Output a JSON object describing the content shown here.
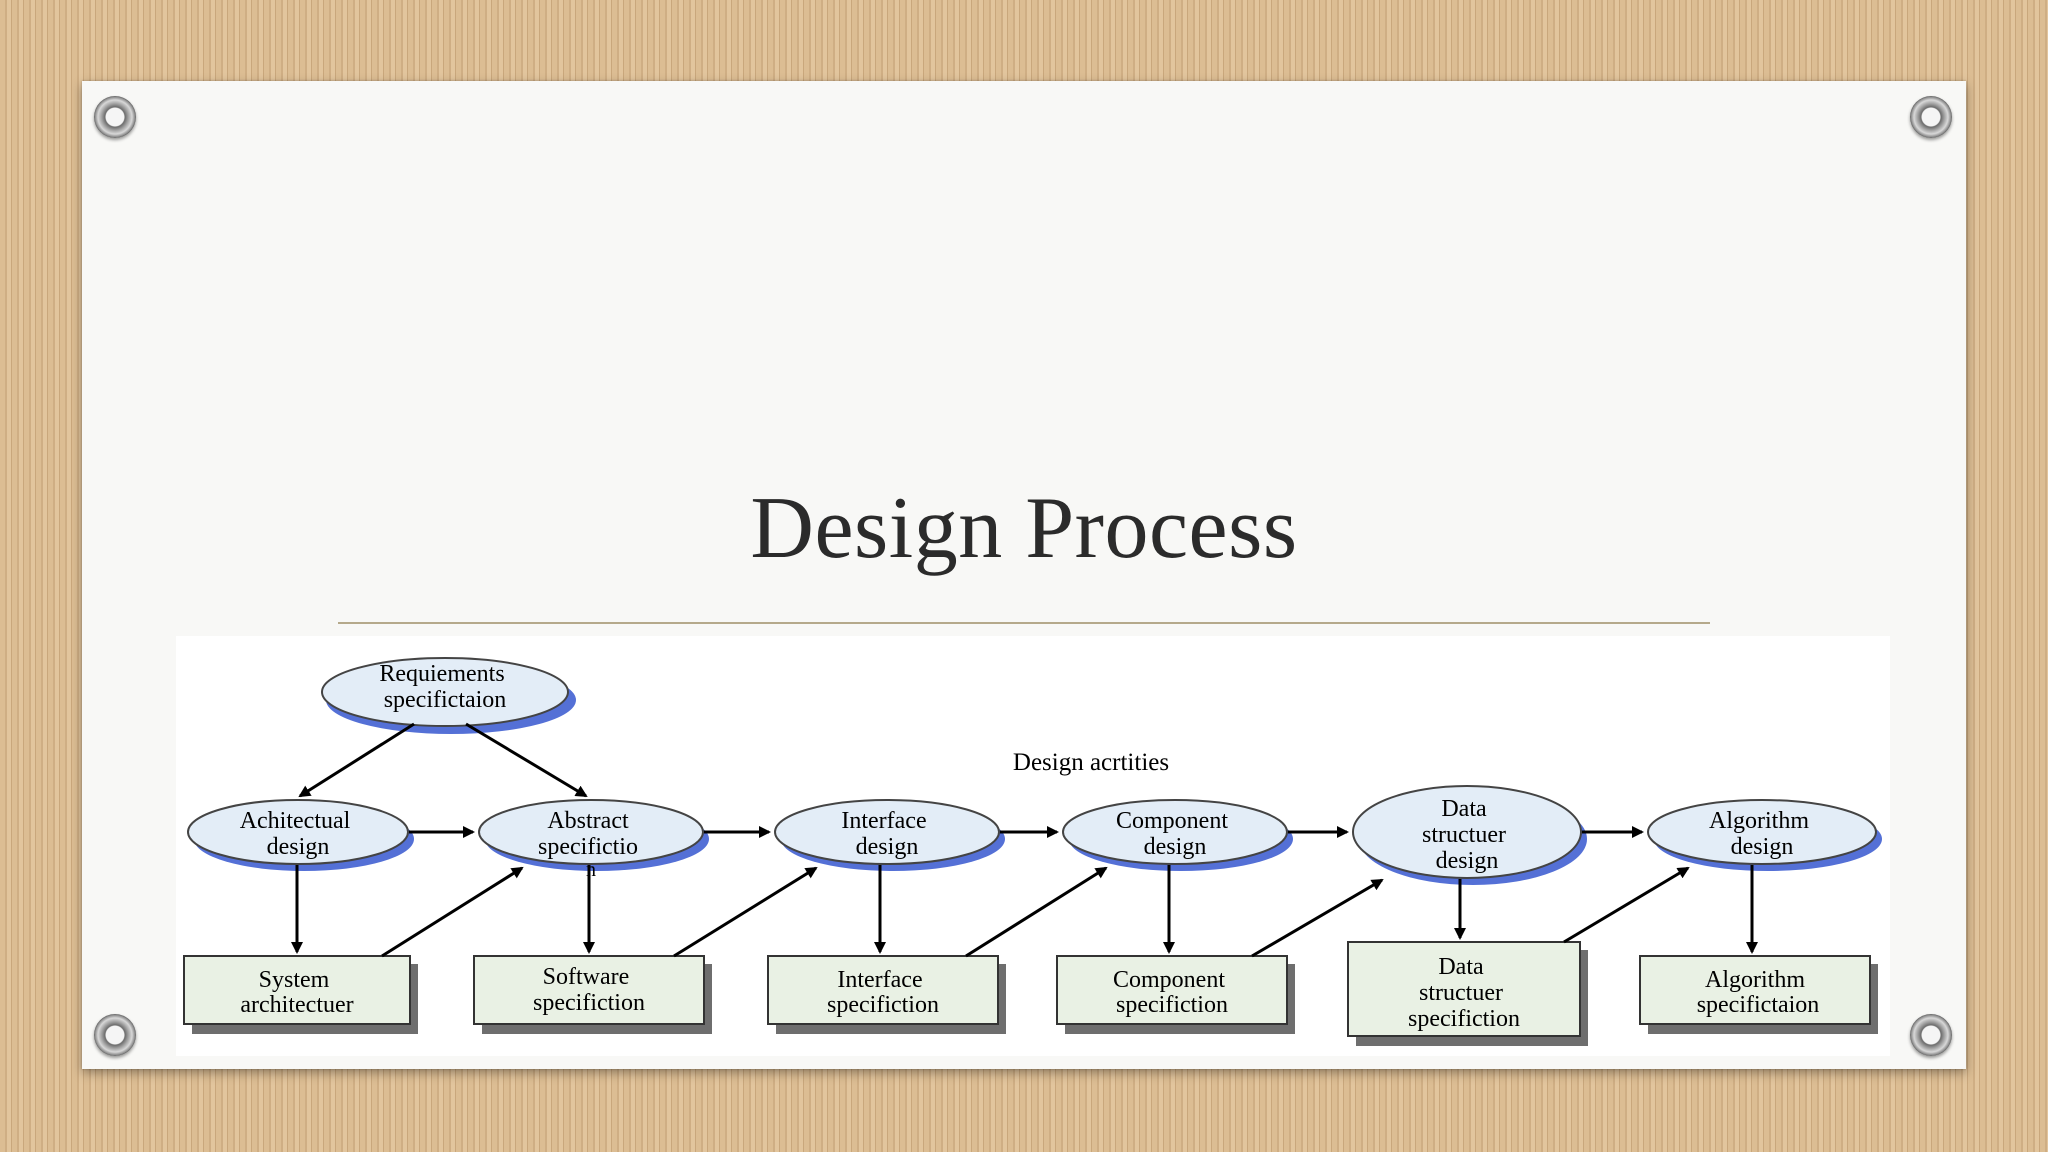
{
  "slide": {
    "title": "Design Process"
  },
  "diagram": {
    "section_label": "Design acrtities",
    "requirements": [
      "Requiements",
      "specifictaion"
    ],
    "activities": [
      {
        "id": "architectural",
        "lines": [
          "Achitectual",
          "design"
        ]
      },
      {
        "id": "abstract",
        "lines": [
          "Abstract",
          "specifictio",
          "n"
        ]
      },
      {
        "id": "interface",
        "lines": [
          "Interface",
          "design"
        ]
      },
      {
        "id": "component",
        "lines": [
          "Component",
          "design"
        ]
      },
      {
        "id": "data-structure",
        "lines": [
          "Data",
          "structuer",
          "design"
        ]
      },
      {
        "id": "algorithm",
        "lines": [
          "Algorithm",
          "design"
        ]
      }
    ],
    "products": [
      {
        "id": "system",
        "lines": [
          "System",
          "architectuer"
        ]
      },
      {
        "id": "software",
        "lines": [
          "Software",
          "specifiction"
        ]
      },
      {
        "id": "interface",
        "lines": [
          "Interface",
          "specifiction"
        ]
      },
      {
        "id": "component",
        "lines": [
          "Component",
          "specifiction"
        ]
      },
      {
        "id": "data-structure",
        "lines": [
          "Data",
          "structuer",
          "specifiction"
        ]
      },
      {
        "id": "algorithm",
        "lines": [
          "Algorithm",
          "specifictaion"
        ]
      }
    ]
  },
  "colors": {
    "ellipse_fill": "#e3edf7",
    "ellipse_shadow": "#5470d6",
    "box_fill": "#e9f1e4",
    "box_shadow": "#6e6e6e"
  }
}
